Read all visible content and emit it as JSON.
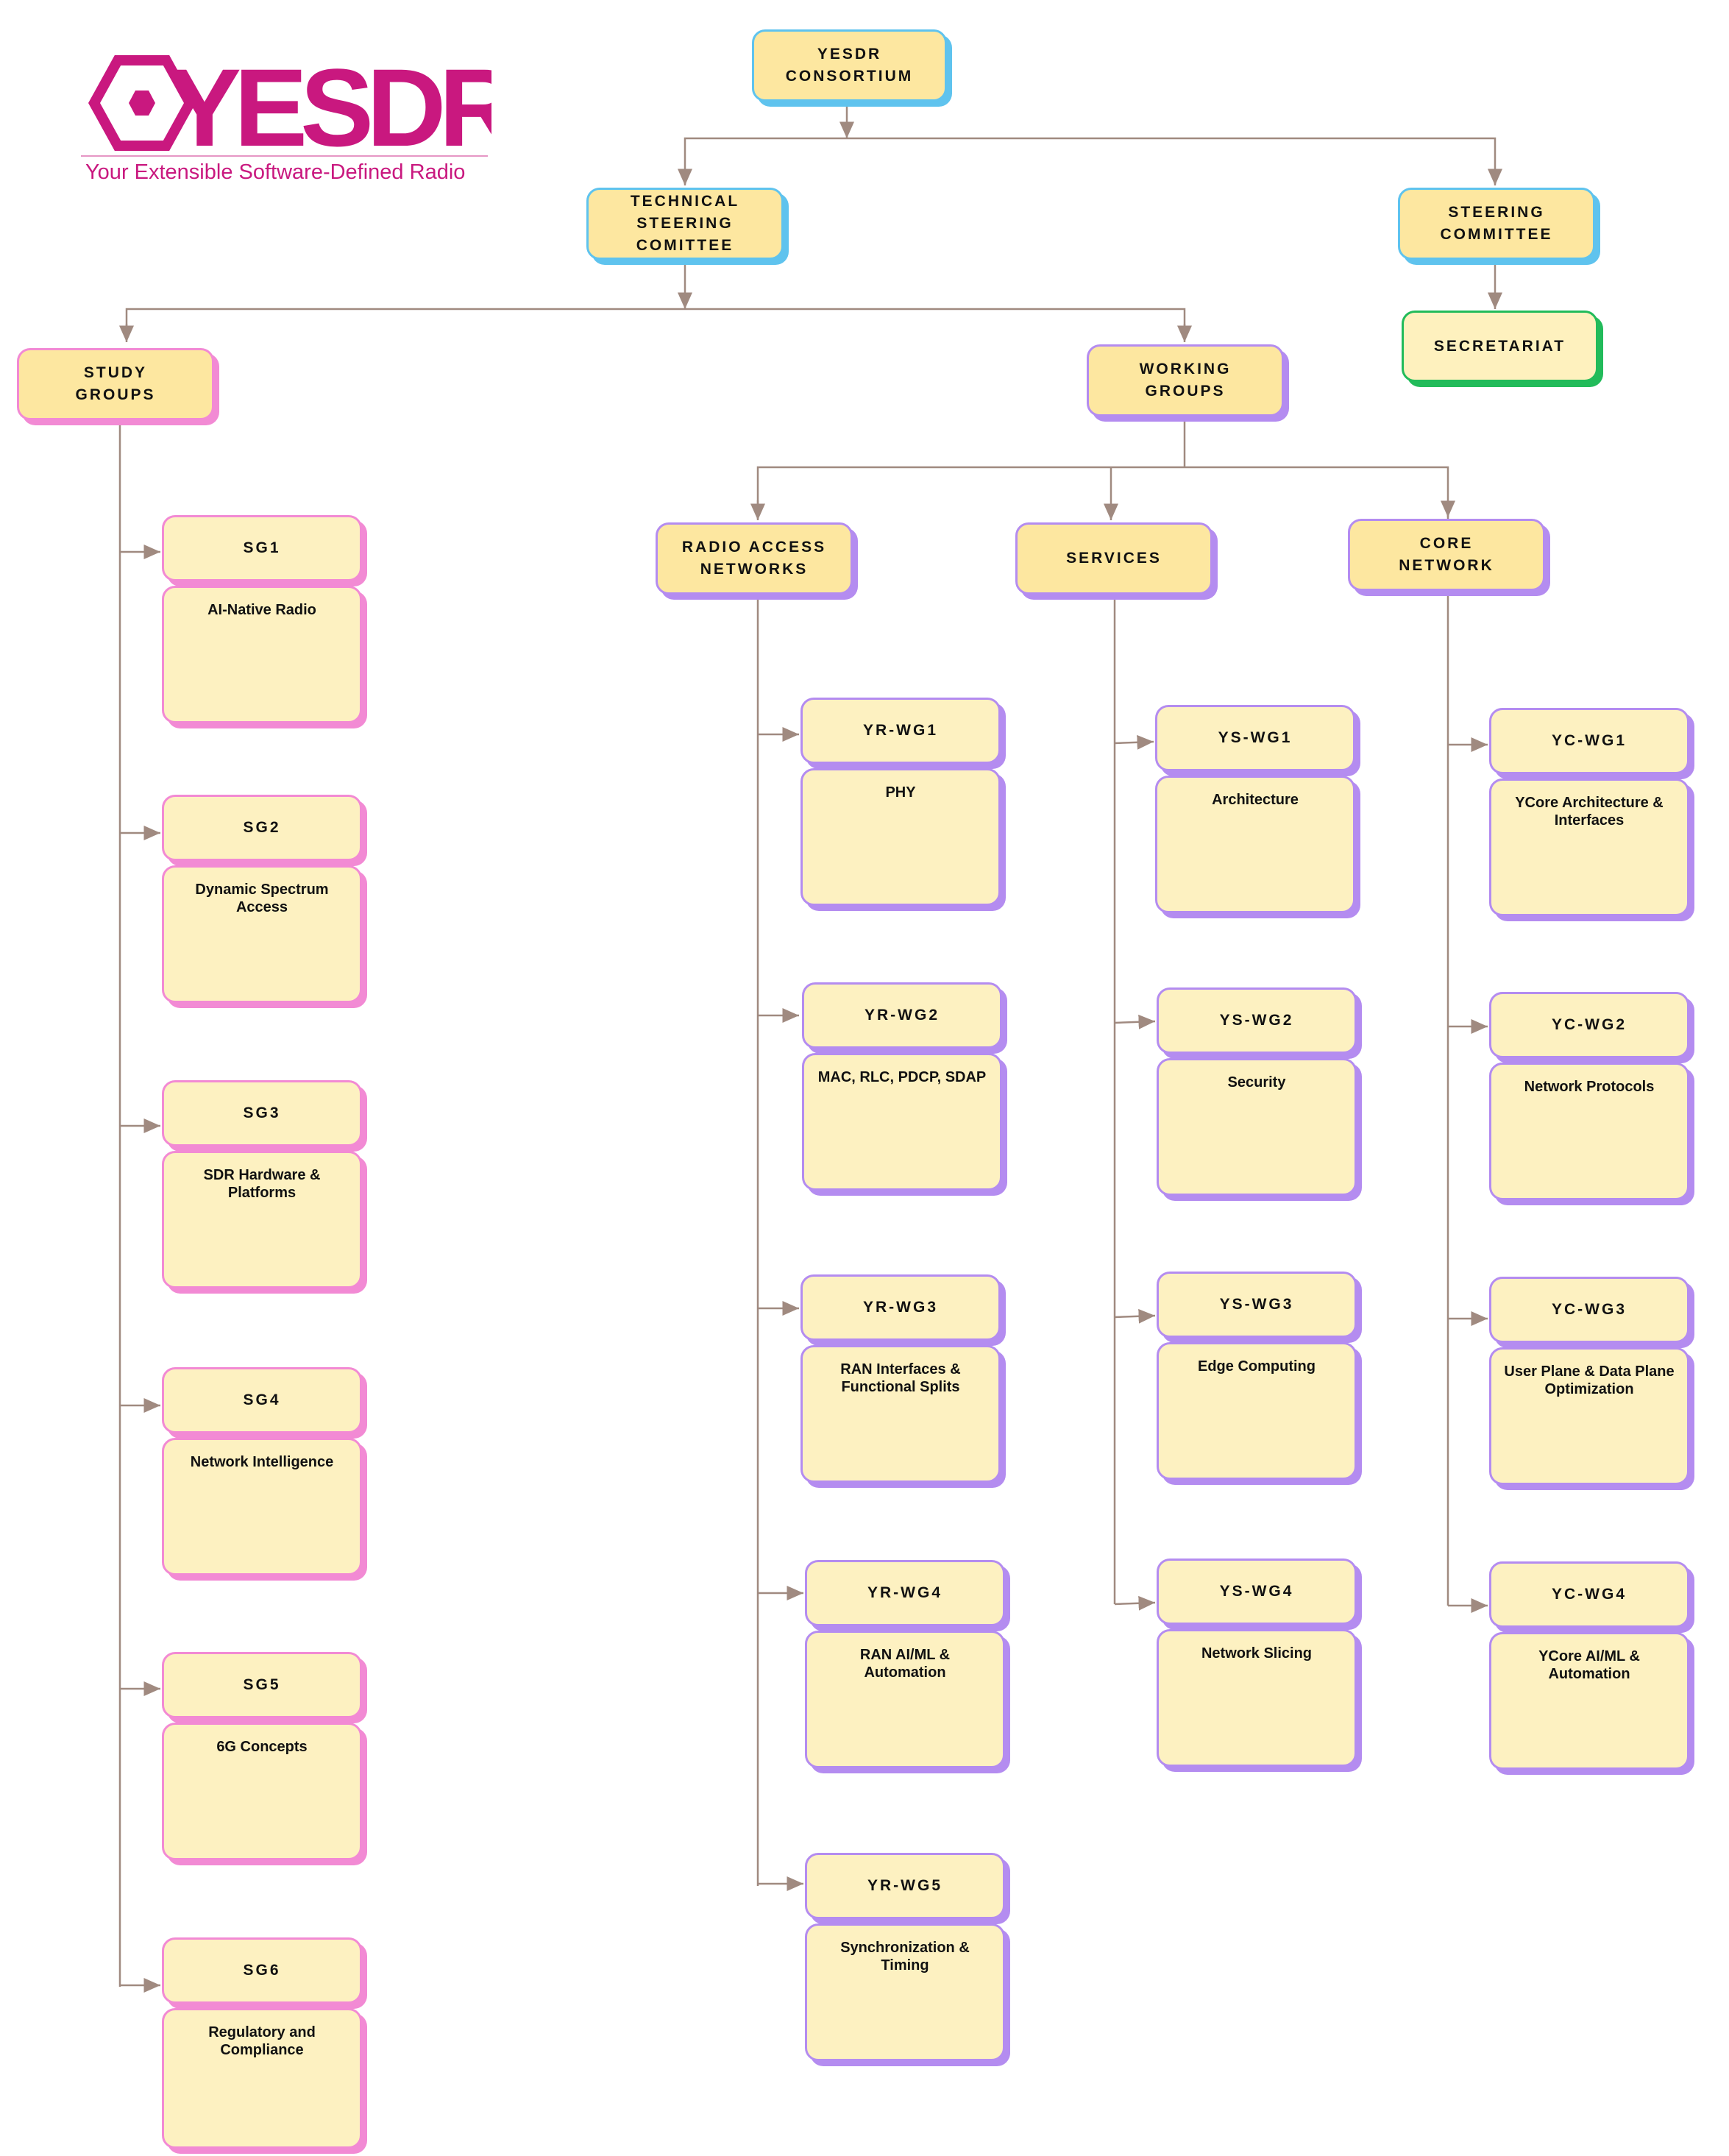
{
  "logo": {
    "wordmark": "YESDR",
    "tagline": "Your Extensible Software-Defined Radio",
    "color": "#c9187f"
  },
  "nodes": {
    "consortium": "YESDR\nCONSORTIUM",
    "tsc": "TECHNICAL\nSTEERING\nCOMITTEE",
    "steering": "STEERING\nCOMMITTEE",
    "secretariat": "SECRETARIAT",
    "study_groups": "STUDY\nGROUPS",
    "working_groups": "WORKING\nGROUPS",
    "ran": "RADIO ACCESS\nNETWORKS",
    "services": "SERVICES",
    "core": "CORE\nNETWORK"
  },
  "study_groups": [
    {
      "id": "SG1",
      "topic": "AI-Native Radio"
    },
    {
      "id": "SG2",
      "topic": "Dynamic Spectrum\nAccess"
    },
    {
      "id": "SG3",
      "topic": "SDR Hardware &\nPlatforms"
    },
    {
      "id": "SG4",
      "topic": "Network Intelligence"
    },
    {
      "id": "SG5",
      "topic": "6G Concepts"
    },
    {
      "id": "SG6",
      "topic": "Regulatory and\nCompliance"
    }
  ],
  "ran_groups": [
    {
      "id": "YR-WG1",
      "topic": "PHY"
    },
    {
      "id": "YR-WG2",
      "topic": "MAC, RLC, PDCP, SDAP"
    },
    {
      "id": "YR-WG3",
      "topic": "RAN Interfaces &\nFunctional Splits"
    },
    {
      "id": "YR-WG4",
      "topic": "RAN AI/ML &\nAutomation"
    },
    {
      "id": "YR-WG5",
      "topic": "Synchronization &\nTiming"
    }
  ],
  "services_groups": [
    {
      "id": "YS-WG1",
      "topic": "Architecture"
    },
    {
      "id": "YS-WG2",
      "topic": "Security"
    },
    {
      "id": "YS-WG3",
      "topic": "Edge Computing"
    },
    {
      "id": "YS-WG4",
      "topic": "Network Slicing"
    }
  ],
  "core_groups": [
    {
      "id": "YC-WG1",
      "topic": "YCore Architecture &\nInterfaces"
    },
    {
      "id": "YC-WG2",
      "topic": "Network Protocols"
    },
    {
      "id": "YC-WG3",
      "topic": "User Plane & Data Plane\nOptimization"
    },
    {
      "id": "YC-WG4",
      "topic": "YCore AI/ML &\nAutomation"
    }
  ],
  "colors": {
    "connector": "#a08a80",
    "box_fill": "#fde7a0",
    "card_fill": "#fdf1c1",
    "blue": "#5fc3ee",
    "pink": "#f28ad4",
    "purple": "#b48cf0",
    "green": "#22bb5a"
  }
}
